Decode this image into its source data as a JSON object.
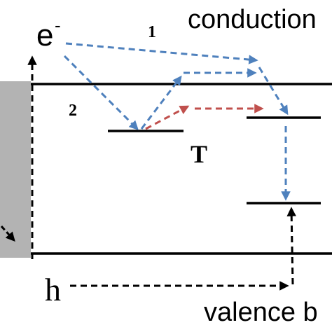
{
  "labels": {
    "conduction": "conduction",
    "valence": "valence b",
    "electron": "e",
    "electron_superscript": "-",
    "hole": "h",
    "path_1": "1",
    "path_2": "2",
    "trap": "T"
  },
  "colors": {
    "band_line": "#000000",
    "electron_path": "#4f81bd",
    "trap_transfer_path": "#c0504d",
    "contact_region": "#b3b3b3",
    "carrier_arrows": "#000000"
  }
}
